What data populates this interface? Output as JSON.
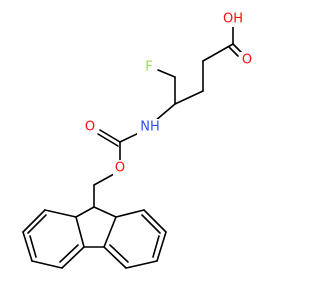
{
  "molecule": {
    "atoms": [
      {
        "id": "O_hydroxyl",
        "label": "OH",
        "color": "#ff0d0d"
      },
      {
        "id": "O_carbonyl_acid",
        "label": "O",
        "color": "#ff0d0d"
      },
      {
        "id": "F",
        "label": "F",
        "color": "#90e050"
      },
      {
        "id": "N",
        "label": "NH",
        "color": "#3050f8"
      },
      {
        "id": "O_carbonyl_carbamate",
        "label": "O",
        "color": "#ff0d0d"
      },
      {
        "id": "O_ester",
        "label": "O",
        "color": "#ff0d0d"
      }
    ]
  }
}
